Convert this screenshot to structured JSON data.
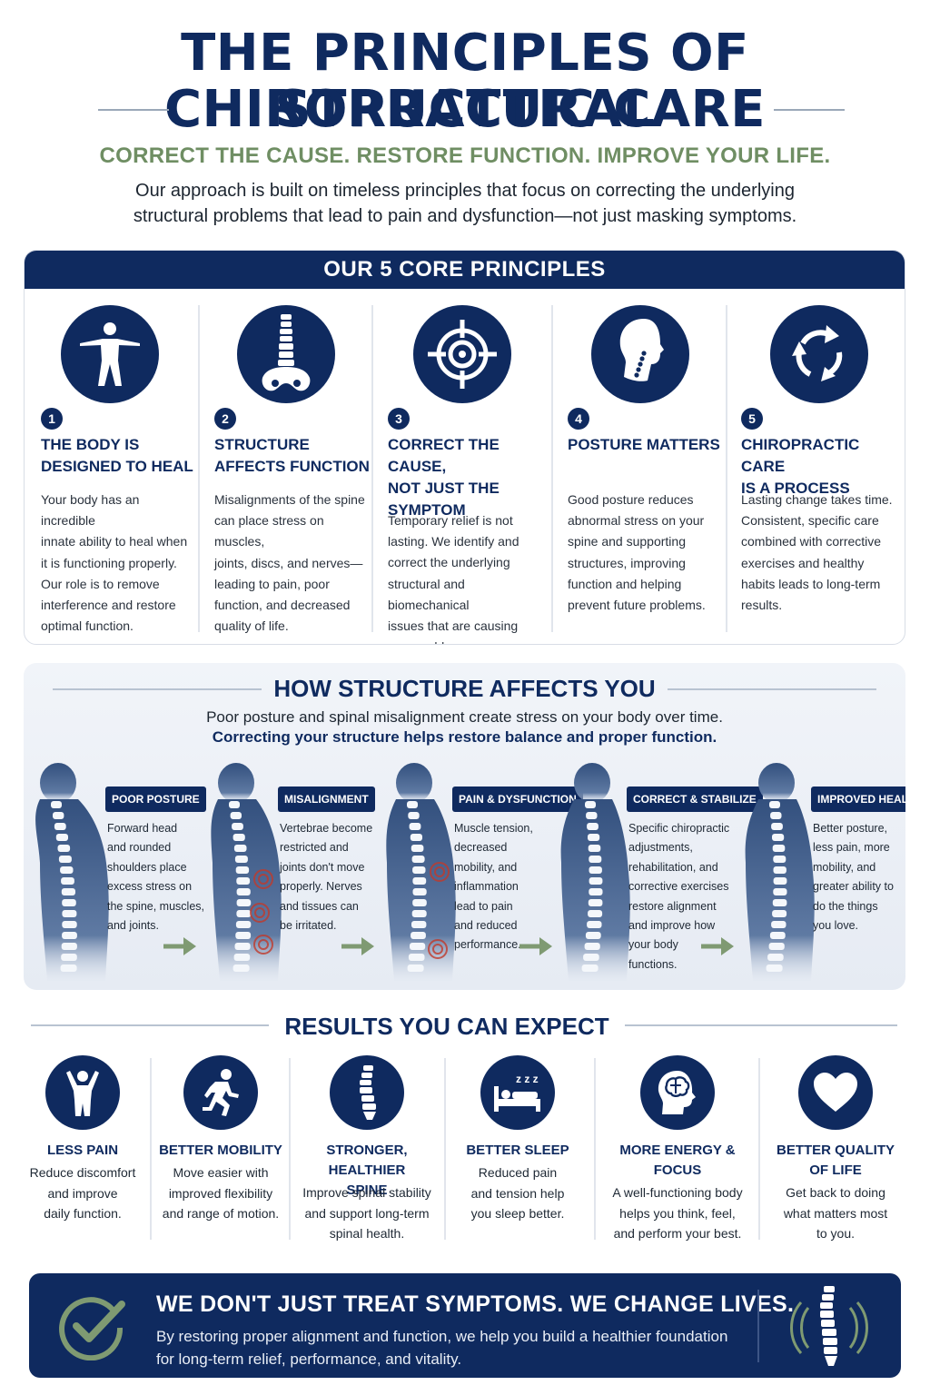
{
  "header": {
    "title_line1": "THE PRINCIPLES OF STRUCTURAL",
    "title_line2": "CHIROPRACTIC CARE",
    "tagline": "CORRECT THE CAUSE. RESTORE FUNCTION. IMPROVE YOUR LIFE.",
    "intro_line1": "Our approach is built on timeless principles that focus on correcting the underlying",
    "intro_line2": "structural problems that lead to pain and dysfunction—not just masking symptoms."
  },
  "principles": {
    "heading": "OUR 5 CORE PRINCIPLES",
    "items": [
      {
        "num": "1",
        "icon": "human-figure-icon",
        "title_l1": "THE BODY IS",
        "title_l2": "DESIGNED TO HEAL",
        "title_l3": "",
        "text": [
          "Your body has an incredible",
          "innate ability to heal when",
          "it is functioning properly.",
          "Our role is to remove",
          "interference and restore",
          "optimal function."
        ]
      },
      {
        "num": "2",
        "icon": "spine-pelvis-icon",
        "title_l1": "STRUCTURE",
        "title_l2": "AFFECTS FUNCTION",
        "title_l3": "",
        "text": [
          "Misalignments of the spine",
          "can place stress on muscles,",
          "joints, discs, and nerves—",
          "leading to pain, poor",
          "function, and decreased",
          "quality of life."
        ]
      },
      {
        "num": "3",
        "icon": "target-icon",
        "title_l1": "CORRECT THE CAUSE,",
        "title_l2": "NOT JUST THE",
        "title_l3": "SYMPTOM",
        "text": [
          "Temporary relief is not",
          "lasting. We identify and",
          "correct the underlying",
          "structural and biomechanical",
          "issues that are causing",
          "your problems."
        ]
      },
      {
        "num": "4",
        "icon": "head-profile-spine-icon",
        "title_l1": "POSTURE MATTERS",
        "title_l2": "",
        "title_l3": "",
        "text": [
          "Good posture reduces",
          "abnormal stress on your",
          "spine and supporting",
          "structures, improving",
          "function and helping",
          "prevent future problems."
        ]
      },
      {
        "num": "5",
        "icon": "cycle-arrows-icon",
        "title_l1": "CHIROPRACTIC CARE",
        "title_l2": "IS A PROCESS",
        "title_l3": "",
        "text": [
          "Lasting change takes time.",
          "Consistent, specific care",
          "combined with corrective",
          "exercises and healthy",
          "habits leads to long-term",
          "results."
        ]
      }
    ]
  },
  "structure": {
    "heading": "HOW STRUCTURE AFFECTS YOU",
    "line1": "Poor posture and spinal misalignment create stress on your body over time.",
    "line2": "Correcting your structure helps restore balance and proper function.",
    "stages": [
      {
        "label": "POOR POSTURE",
        "text": [
          "Forward head",
          "and rounded",
          "shoulders place",
          "excess stress on",
          "the spine, muscles,",
          "and joints."
        ]
      },
      {
        "label": "MISALIGNMENT",
        "text": [
          "Vertebrae become",
          "restricted and",
          "joints don't move",
          "properly. Nerves",
          "and tissues can",
          "be irritated."
        ]
      },
      {
        "label": "PAIN & DYSFUNCTION",
        "text": [
          "Muscle tension,",
          "decreased",
          "mobility, and",
          "inflammation",
          "lead to pain",
          "and reduced",
          "performance."
        ]
      },
      {
        "label": "CORRECT & STABILIZE",
        "text": [
          "Specific chiropractic",
          "adjustments,",
          "rehabilitation, and",
          "corrective exercises",
          "restore alignment",
          "and improve how",
          "your body",
          "functions."
        ]
      },
      {
        "label": "IMPROVED HEALTH",
        "text": [
          "Better posture,",
          "less pain, more",
          "mobility, and",
          "greater ability to",
          "do the things",
          "you love."
        ]
      }
    ]
  },
  "results": {
    "heading": "RESULTS YOU CAN EXPECT",
    "items": [
      {
        "icon": "cheering-person-icon",
        "title_l1": "LESS PAIN",
        "title_l2": "",
        "text": [
          "Reduce discomfort",
          "and improve",
          "daily function."
        ]
      },
      {
        "icon": "running-person-icon",
        "title_l1": "BETTER MOBILITY",
        "title_l2": "",
        "text": [
          "Move easier with",
          "improved flexibility",
          "and range of motion."
        ]
      },
      {
        "icon": "spine-icon",
        "title_l1": "STRONGER, HEALTHIER",
        "title_l2": "SPINE",
        "text": [
          "Improve spinal stability",
          "and support long-term",
          "spinal health."
        ]
      },
      {
        "icon": "sleeping-bed-icon",
        "title_l1": "BETTER SLEEP",
        "title_l2": "",
        "text": [
          "Reduced pain",
          "and tension help",
          "you sleep better."
        ]
      },
      {
        "icon": "brain-head-icon",
        "title_l1": "MORE ENERGY &",
        "title_l2": "FOCUS",
        "text": [
          "A well-functioning body",
          "helps you think, feel,",
          "and perform your best."
        ]
      },
      {
        "icon": "heart-icon",
        "title_l1": "BETTER QUALITY",
        "title_l2": "OF LIFE",
        "text": [
          "Get back to doing",
          "what matters most",
          "to you."
        ]
      }
    ]
  },
  "footer": {
    "heading": "WE DON'T JUST TREAT SYMPTOMS. WE CHANGE LIVES.",
    "line1": "By restoring proper alignment and function, we help you build a healthier foundation",
    "line2": "for long-term relief, performance, and vitality.",
    "icons": [
      "checkmark-circle-icon",
      "spine-waves-icon"
    ]
  },
  "colors": {
    "navy": "#0f2a5f",
    "sage": "#6f8e63",
    "arrow_green": "#7f9a72",
    "pain_red": "#c0392b"
  },
  "zzz": "z z z"
}
